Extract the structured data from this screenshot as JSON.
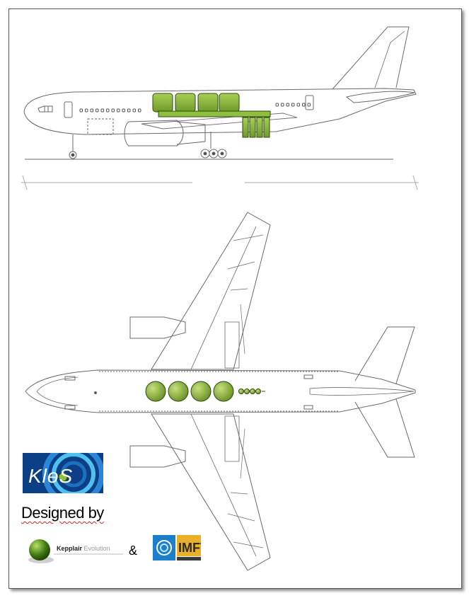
{
  "credits": {
    "designed_by": "Designed by",
    "kepplair_name": "Kepplair",
    "kepplair_suffix": "Evolution",
    "ampersand": "&"
  },
  "logos": {
    "klees": "KlɵS",
    "imft": "IMFT"
  },
  "colors": {
    "tank_fill": "#8fbf3f",
    "tank_stroke": "#2e4a10",
    "line": "#6a6a6a",
    "klees_blue": "#1560b0",
    "imft_blue": "#1b7fc9"
  }
}
